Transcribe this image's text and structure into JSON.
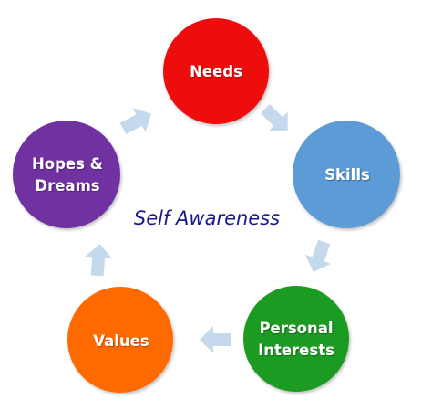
{
  "title": "Self Awareness",
  "nodes": [
    {
      "label_line1": "Needs",
      "label_line2": "",
      "color": "#ee1111"
    },
    {
      "label_line1": "Skills",
      "label_line2": "",
      "color": "#5b9bd5"
    },
    {
      "label_line1": "Personal",
      "label_line2": "Interests",
      "color": "#1f9b22"
    },
    {
      "label_line1": "Values",
      "label_line2": "",
      "color": "#ff6a06"
    },
    {
      "label_line1": "Hopes &",
      "label_line2": "Dreams",
      "color": "#7030a0"
    }
  ],
  "arrow_color": "#c5d9ec"
}
